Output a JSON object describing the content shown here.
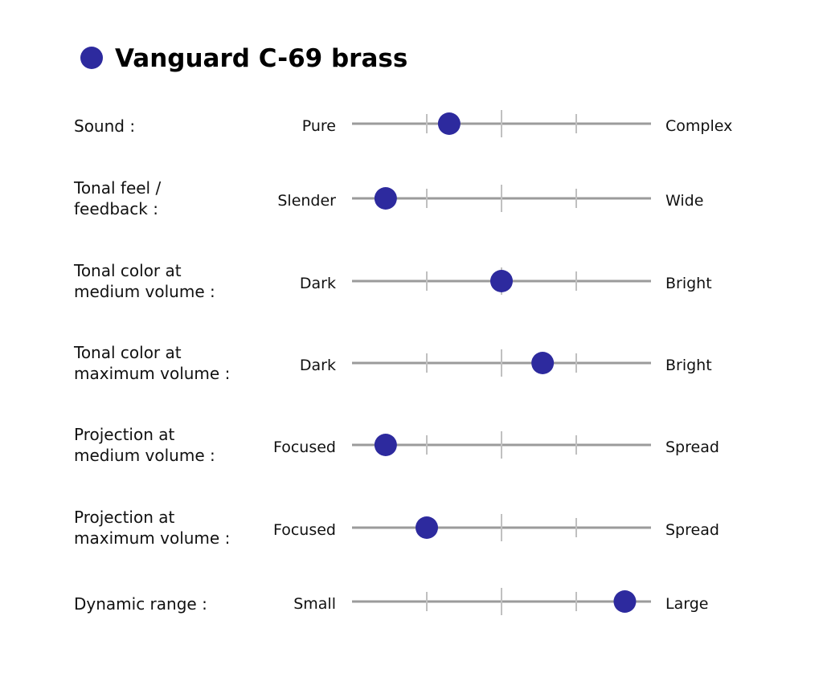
{
  "chart_data": {
    "type": "scatter",
    "title": "Vanguard C-69 brass",
    "marker_color": "#2d2a9e",
    "line_color": "#9b9b9b",
    "tick_color": "#c0c0c0",
    "scale": [
      0,
      4
    ],
    "rows": [
      {
        "label": [
          "Sound :"
        ],
        "left": "Pure",
        "right": "Complex",
        "value": 1.3
      },
      {
        "label": [
          "Tonal feel /",
          "feedback :"
        ],
        "left": "Slender",
        "right": "Wide",
        "value": 0.45
      },
      {
        "label": [
          "Tonal color at",
          "medium volume :"
        ],
        "left": "Dark",
        "right": "Bright",
        "value": 2.0
      },
      {
        "label": [
          "Tonal color at",
          "maximum volume :"
        ],
        "left": "Dark",
        "right": "Bright",
        "value": 2.55
      },
      {
        "label": [
          "Projection at",
          "medium volume :"
        ],
        "left": "Focused",
        "right": "Spread",
        "value": 0.45
      },
      {
        "label": [
          "Projection at",
          "maximum volume :"
        ],
        "left": "Focused",
        "right": "Spread",
        "value": 1.0
      },
      {
        "label": [
          "Dynamic range :"
        ],
        "left": "Small",
        "right": "Large",
        "value": 3.65
      }
    ]
  }
}
